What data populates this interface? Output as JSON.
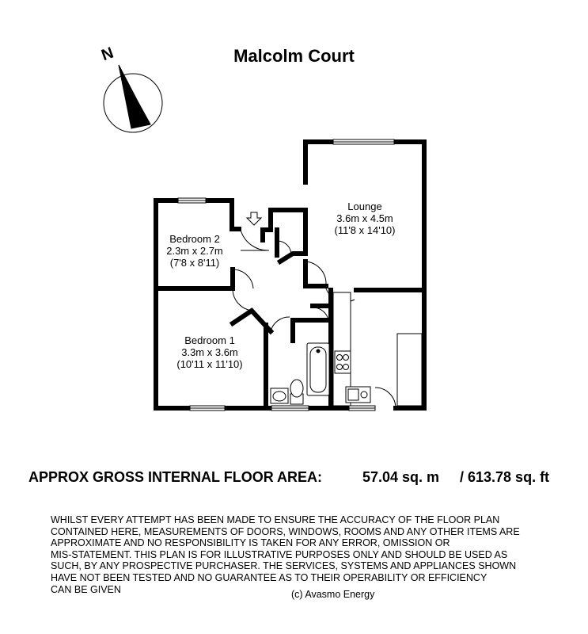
{
  "title": "Malcolm Court",
  "compass": {
    "label": "N",
    "icon": "north-arrow-icon"
  },
  "rooms": {
    "lounge": {
      "name": "Lounge",
      "metric": "3.6m x 4.5m",
      "imperial": "(11'8 x 14'10)"
    },
    "bedroom2": {
      "name": "Bedroom 2",
      "metric": "2.3m x 2.7m",
      "imperial": "(7'8 x 8'11)"
    },
    "bedroom1": {
      "name": "Bedroom 1",
      "metric": "3.3m x 3.6m",
      "imperial": "(10'11 x 11'10)"
    }
  },
  "floor_area": {
    "label": "APPROX GROSS INTERNAL FLOOR AREA:",
    "metric": "57.04 sq. m",
    "imperial": "/ 613.78 sq. ft"
  },
  "disclaimer": "WHILST EVERY ATTEMPT HAS BEEN MADE TO ENSURE THE ACCURACY OF THE FLOOR PLAN\nCONTAINED HERE, MEASUREMENTS OF DOORS, WINDOWS, ROOMS AND ANY OTHER ITEMS ARE\nAPPROXIMATE AND NO RESPONSIBILITY IS TAKEN FOR ANY ERROR, OMISSION OR\nMIS-STATEMENT. THIS PLAN IS FOR ILLUSTRATIVE PURPOSES ONLY AND SHOULD BE USED AS\nSUCH, BY ANY PROSPECTIVE PURCHASER. THE SERVICES, SYSTEMS AND APPLIANCES SHOWN\nHAVE NOT BEEN TESTED AND NO GUARANTEE AS TO THEIR OPERABILITY OR EFFICIENCY\nCAN BE GIVEN",
  "credit": "(c) Avasmo Energy"
}
